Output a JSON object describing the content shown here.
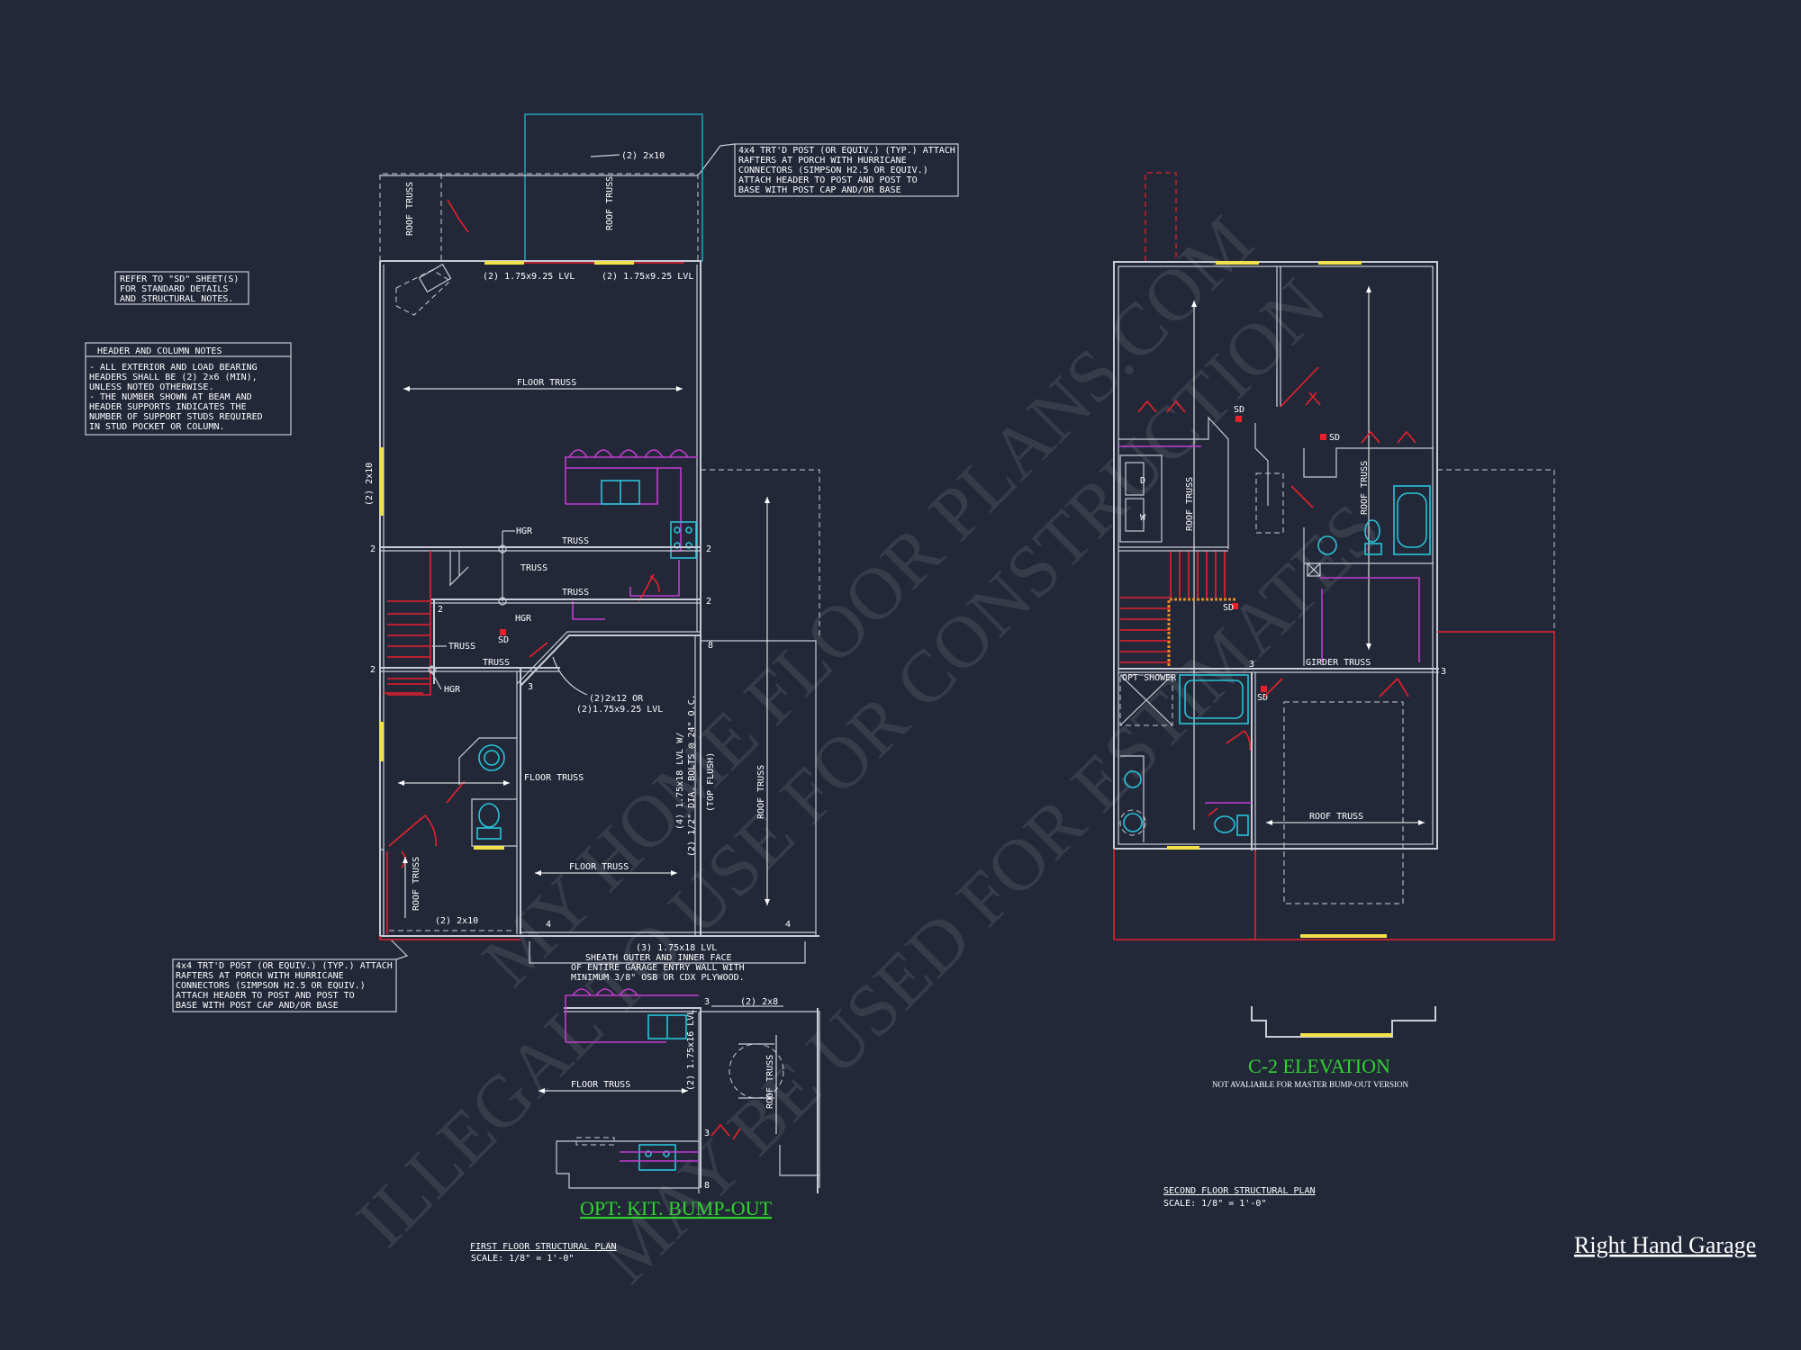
{
  "watermark": {
    "line1": "ILLEGAL TO USE FOR CONSTRUCTION",
    "line2": "MY HOME FLOOR PLANS.COM",
    "line3": "MAY BE USED FOR ESTIMATES"
  },
  "notes": {
    "refer": [
      "REFER TO \"SD\" SHEET(S)",
      "FOR STANDARD DETAILS",
      "AND STRUCTURAL NOTES."
    ],
    "header_title": "HEADER AND COLUMN NOTES",
    "header_lines": [
      "- ALL EXTERIOR AND LOAD BEARING",
      "HEADERS SHALL BE (2) 2x6 (MIN),",
      "UNLESS NOTED OTHERWISE.",
      "- THE NUMBER SHOWN AT BEAM AND",
      "HEADER SUPPORTS INDICATES THE",
      "NUMBER OF SUPPORT STUDS REQUIRED",
      "IN STUD POCKET OR COLUMN."
    ],
    "porch_top": [
      "4x4 TRT'D POST (OR EQUIV.) (TYP.) ATTACH",
      "RAFTERS AT PORCH WITH HURRICANE",
      "CONNECTORS (SIMPSON H2.5 OR EQUIV.)",
      "ATTACH HEADER TO POST AND POST TO",
      "BASE WITH POST CAP AND/OR BASE"
    ],
    "porch_bottom": [
      "4x4 TRT'D POST (OR EQUIV.) (TYP.) ATTACH",
      "RAFTERS AT PORCH WITH HURRICANE",
      "CONNECTORS (SIMPSON H2.5 OR EQUIV.)",
      "ATTACH HEADER TO POST AND POST TO",
      "BASE WITH POST CAP AND/OR BASE"
    ],
    "sheath": [
      "(3) 1.75x18 LVL",
      "SHEATH OUTER AND INNER FACE",
      "OF ENTIRE GARAGE ENTRY WALL WITH",
      "MINIMUM 3/8\" OSB OR CDX PLYWOOD."
    ]
  },
  "first_floor": {
    "title": "FIRST FLOOR STRUCTURAL PLAN",
    "scale": "SCALE: 1/8\" = 1'-0\"",
    "labels": {
      "hdr_2x10_top": "(2) 2x10",
      "lvl_left": "(2) 1.75x9.25 LVL",
      "lvl_right": "(2) 1.75x9.25 LVL",
      "roof_truss_porch_a": "ROOF TRUSS",
      "roof_truss_porch_b": "ROOF TRUSS",
      "floor_truss_top": "FLOOR TRUSS",
      "hdr_2x10_side": "(2) 2x10",
      "hgr_1": "HGR",
      "truss_1": "TRUSS",
      "truss_2": "TRUSS",
      "truss_3": "TRUSS",
      "hgr_2": "HGR",
      "truss_4": "TRUSS",
      "truss_5": "TRUSS",
      "hgr_3": "HGR",
      "sd": "SD",
      "beam_note_1": "(2)2x12 OR",
      "beam_note_2": "(2)1.75x9.25 LVL",
      "floor_truss_mid": "FLOOR TRUSS",
      "floor_truss_garage": "FLOOR TRUSS",
      "garage_beam_1": "(4) 1.75x18 LVL W/",
      "garage_beam_2": "(2) 1/2\" DIA. BOLTS @ 24\" O.C.",
      "garage_beam_3": "(TOP FLUSH)",
      "roof_truss_garage": "ROOF TRUSS",
      "roof_truss_front": "ROOF TRUSS",
      "hdr_2x10_front": "(2) 2x10",
      "n2": "2",
      "n3": "3",
      "n4": "4",
      "n8": "8"
    }
  },
  "bumpout": {
    "title": "OPT: KIT. BUMP-OUT",
    "hdr": "(2) 2x8",
    "lvl": "(2) 1.75x16 LVL",
    "floor_truss": "FLOOR TRUSS",
    "roof_truss": "ROOF TRUSS",
    "n3": "3",
    "n8": "8"
  },
  "second_floor": {
    "title": "SECOND FLOOR STRUCTURAL PLAN",
    "scale": "SCALE: 1/8\" = 1'-0\"",
    "labels": {
      "roof_truss_left": "ROOF TRUSS",
      "roof_truss_right": "ROOF TRUSS",
      "girder": "GIRDER TRUSS",
      "roof_truss_garage": "ROOF TRUSS",
      "opt_shower": "OPT SHOWER",
      "sd": "SD",
      "w": "W",
      "d": "D",
      "n3": "3"
    }
  },
  "elevation": {
    "title": "C-2 ELEVATION",
    "subtitle": "NOT AVALIABLE FOR MASTER BUMP-OUT VERSION"
  },
  "garage_label": "Right Hand Garage",
  "colors": {
    "background": "#232839",
    "wall": "#c9ccd6",
    "red": "#e8202c",
    "magenta": "#c23ccf",
    "cyan": "#27c3d8",
    "yellow": "#f2e14a",
    "green": "#2fd42f"
  }
}
